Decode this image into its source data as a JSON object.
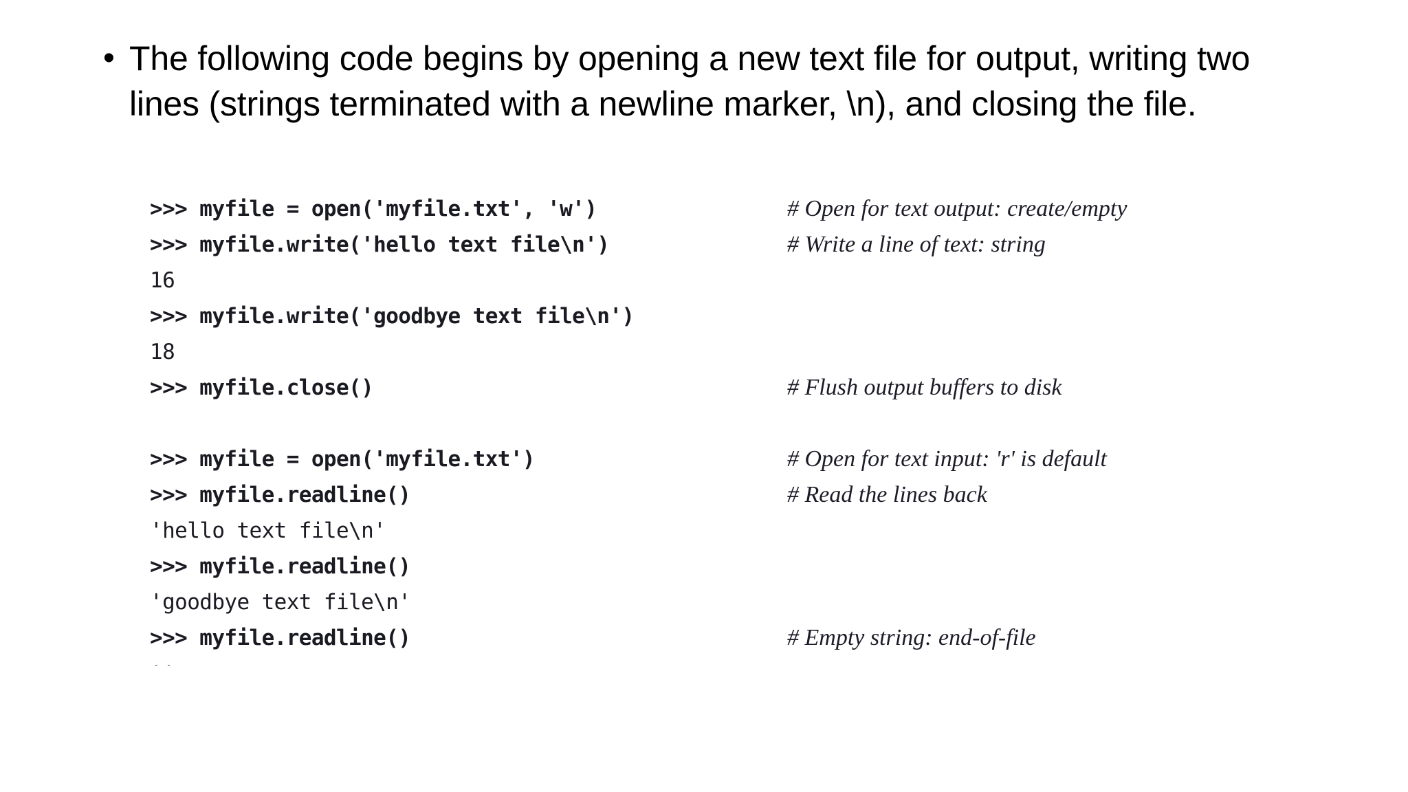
{
  "slide": {
    "background_color": "#ffffff",
    "text_color": "#000000",
    "code_color": "#1a1a22",
    "comment_color": "#1c1c28"
  },
  "bullet": {
    "marker": "•",
    "text": "The following code begins by opening a new text file for output, writing two lines (strings terminated with a newline marker, \\n), and closing the file."
  },
  "code_listing": {
    "lines": [
      {
        "source": ">>> myfile = open('myfile.txt', 'w')",
        "kind": "prompt",
        "comment": "# Open for text output: create/empty"
      },
      {
        "source": ">>> myfile.write('hello text file\\n')",
        "kind": "prompt",
        "comment": "# Write a line of text: string"
      },
      {
        "source": "16",
        "kind": "output",
        "comment": ""
      },
      {
        "source": ">>> myfile.write('goodbye text file\\n')",
        "kind": "prompt",
        "comment": ""
      },
      {
        "source": "18",
        "kind": "output",
        "comment": ""
      },
      {
        "source": ">>> myfile.close()",
        "kind": "prompt",
        "comment": "# Flush output buffers to disk"
      },
      {
        "source": "",
        "kind": "blank",
        "comment": ""
      },
      {
        "source": ">>> myfile = open('myfile.txt')",
        "kind": "prompt",
        "comment": "# Open for text input: 'r' is default"
      },
      {
        "source": ">>> myfile.readline()",
        "kind": "prompt",
        "comment": "# Read the lines back"
      },
      {
        "source": "'hello text file\\n'",
        "kind": "output",
        "comment": ""
      },
      {
        "source": ">>> myfile.readline()",
        "kind": "prompt",
        "comment": ""
      },
      {
        "source": "'goodbye text file\\n'",
        "kind": "output",
        "comment": ""
      },
      {
        "source": ">>> myfile.readline()",
        "kind": "prompt",
        "comment": "# Empty string: end-of-file"
      },
      {
        "source": "''",
        "kind": "output",
        "comment": ""
      }
    ]
  }
}
